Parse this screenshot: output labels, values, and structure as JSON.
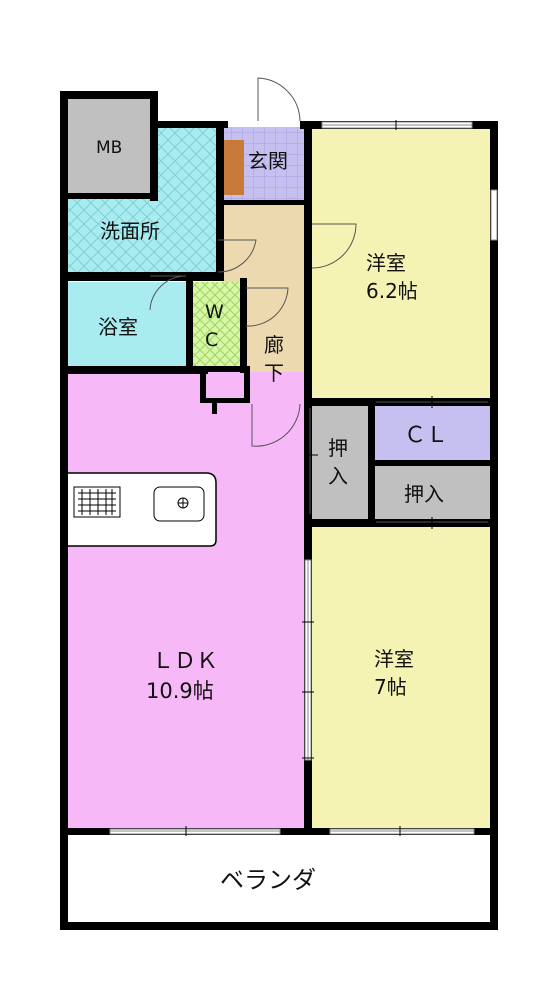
{
  "rooms": {
    "mb": {
      "label": "MB",
      "color": "#c0c0c0"
    },
    "washroom": {
      "label": "洗面所",
      "color": "#a8ecf0"
    },
    "entrance": {
      "label": "玄関",
      "color": "#c6c0f0"
    },
    "western_room_1": {
      "label": "洋室",
      "size": "6.2帖",
      "color": "#f5f3b4"
    },
    "bathroom": {
      "label": "浴室",
      "color": "#a8ecf0"
    },
    "wc": {
      "label_top": "W",
      "label_bottom": "C",
      "color": "#d8f5a8"
    },
    "hallway": {
      "label_top": "廊",
      "label_bottom": "下",
      "color": "#ecd9b0"
    },
    "closet_cl": {
      "label": "ＣＬ",
      "color": "#c6c0f0"
    },
    "oshiire_vertical": {
      "label_top": "押",
      "label_bottom": "入",
      "color": "#c0c0c0"
    },
    "oshiire_horizontal": {
      "label": "押入",
      "color": "#c0c0c0"
    },
    "ldk": {
      "label": "ＬＤＫ",
      "size": "10.9帖",
      "color": "#f6b8f6"
    },
    "western_room_2": {
      "label": "洋室",
      "size": "7帖",
      "color": "#f5f3b4"
    },
    "veranda": {
      "label": "ベランダ",
      "color": "#ffffff"
    }
  },
  "colors": {
    "wall": "#000000",
    "shoe_cabinet": "#c87a3a",
    "door_line": "#555555",
    "window_line": "#888888"
  }
}
